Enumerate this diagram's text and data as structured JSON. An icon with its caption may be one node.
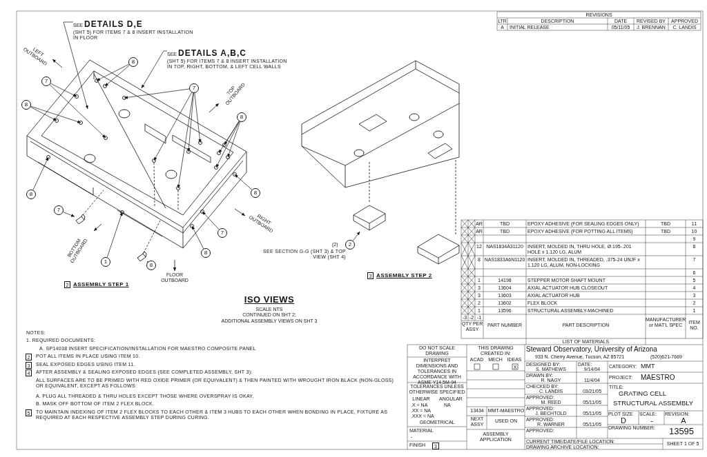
{
  "diagram": {
    "title": "ISO VIEWS",
    "nodes": [
      {
        "text": [
          "SEE",
          "DETAILS D,E",
          "(SHT 5) FOR ITEMS 7 & 8 INSERT INSTALLATION IN FLOOR"
        ]
      },
      {
        "text": [
          "SEE",
          "DETAILS A,B,C",
          "(SHT 5) FOR ITEMS 7 & 8 INSERT INSTALLATION IN TOP, RIGHT, BOTTOM, & LEFT CELL WALLS"
        ]
      },
      {
        "text": [
          "8"
        ]
      },
      {
        "text": [
          "7"
        ]
      },
      {
        "text": [
          "8"
        ]
      },
      {
        "text": [
          "7"
        ]
      },
      {
        "text": [
          "8"
        ]
      },
      {
        "text": [
          "8"
        ]
      },
      {
        "text": [
          "7"
        ]
      },
      {
        "text": [
          "8"
        ]
      },
      {
        "text": [
          "7"
        ]
      },
      {
        "text": [
          "8"
        ]
      },
      {
        "text": [
          "1"
        ]
      },
      {
        "text": [
          "8"
        ]
      },
      {
        "text": [
          "2"
        ],
        "beside": [
          "(2)",
          "SEE SECTION G-G (SHT 3) & TOP VIEW (SHT 4)"
        ]
      },
      {
        "text": [],
        "shape": "picture"
      },
      {
        "text": [],
        "shape": "picture"
      },
      {
        "text": [],
        "shape": "picture"
      }
    ],
    "edges": [
      {
        "from": 0,
        "to": null,
        "arrow": "to"
      },
      {
        "from": 1,
        "to": null,
        "arrow": "to"
      },
      {
        "from": 2,
        "to": null,
        "arrow": "to"
      },
      {
        "from": 2,
        "to": null,
        "arrow": "to"
      },
      {
        "from": 3,
        "to": null,
        "arrow": "to"
      },
      {
        "from": 3,
        "to": null,
        "arrow": "to"
      },
      {
        "from": 4,
        "to": null,
        "arrow": "to"
      },
      {
        "from": 4,
        "to": null,
        "arrow": "to"
      },
      {
        "from": 5,
        "to": null,
        "arrow": "to"
      },
      {
        "from": 5,
        "to": null,
        "arrow": "to"
      },
      {
        "from": 5,
        "to": null,
        "arrow": "to"
      },
      {
        "from": 5,
        "to": null,
        "arrow": "to"
      },
      {
        "from": 5,
        "to": null,
        "arrow": "to"
      },
      {
        "from": 6,
        "to": null,
        "arrow": "to"
      },
      {
        "from": 6,
        "to": null,
        "arrow": "to"
      },
      {
        "from": 6,
        "to": null,
        "arrow": "to"
      },
      {
        "from": 6,
        "to": null,
        "arrow": "to"
      },
      {
        "from": 7,
        "to": null,
        "arrow": "to"
      },
      {
        "from": 8,
        "to": 15,
        "arrow": "to"
      },
      {
        "from": 9,
        "to": null,
        "arrow": "to"
      },
      {
        "from": 10,
        "to": null,
        "arrow": "to"
      },
      {
        "from": 11,
        "to": null,
        "arrow": "to"
      },
      {
        "from": 12,
        "to": null,
        "arrow": "to"
      },
      {
        "from": 13,
        "to": 16,
        "arrow": "to"
      },
      {
        "from": 14,
        "to": 17,
        "arrow": "to"
      }
    ],
    "labels": [
      "REVISIONS",
      "LTR",
      "DESCRIPTION",
      "DATE",
      "REVISED BY",
      "APPROVED",
      "A",
      "INITIAL RELEASE",
      "05/11/05",
      "J. BRENNAN",
      "C. LANDIS",
      "LEFT OUTBOARD",
      "TOP OUTBOARD",
      "RIGHT OUTBOARD",
      "BOTTOM OUTBOARD",
      "FLOOR OUTBOARD",
      "2",
      "ASSEMBLY STEP 1",
      "3",
      "ASSEMBLY STEP 2",
      "SCALE NTS",
      "CONTINUED ON SHT 2;",
      "ADDITIONAL ASSEMBLY VIEWS ON SHT 3",
      "NOTES:",
      "1. REQUIRED DOCUMENTS:",
      "A. SP14038 INSERT SPECIFICATION/INSTALLATION FOR MAESTRO COMPOSITE PANEL",
      "2",
      "POT ALL ITEMS IN PLACE USING ITEM 10.",
      "3",
      "SEAL EXPOSED EDGES USING ITEM 11.",
      "4",
      "AFTER ASSEMBLY & SEALING EXPOSED EDGES (SEE COMPLETED ASSEMBLY, SHT 3):",
      "ALL SURFACES ARE TO BE PRIMED WITH RED OXIDE PRIMER (OR EQUIVALENT) & THEN PAINTED WITH WROUGHT IRON BLACK (NON-GLOSS) OR EQUIVALENT, EXCEPT AS FOLLOWS:",
      "A. PLUG ALL THREADED & THRU HOLES EXCEPT THOSE WHERE OVERSPRAY IS OKAY.",
      "B. MASK OFF BOTTOM OF ITEM 2 FLEX BLOCK.",
      "5",
      "TO MAINTAIN INDEXING OF ITEM 2 FLEX BLOCKS TO EACH OTHER & ITEM 3 HUBS TO EACH OTHER WHEN BONDING IN PLACE, FIXTURE AS REQUIRED AT EACH RESPECTIVE ASSEMBLY STEP DURING CURING.",
      "AR",
      "TBD",
      "EPOXY ADHESIVE (FOR SEALING EDGES ONLY)",
      "TBD",
      "11",
      "AR",
      "TBD",
      "EPOXY ADHESIVE (FOR POTTING ALL ITEMS)",
      "TBD",
      "10",
      "9",
      "12",
      "NAS1834A31120",
      "INSERT, MOLDED IN, THRU HOLE, Ø.195-.201 HOLE x 1.120 LG, ALUM",
      "8",
      "8",
      "NAS1833A6N1120",
      "INSERT, MOLDED IN, THREADED, .375-24 UNJF x 1.120 LG, ALUM, NON-LOCKING",
      "7",
      "6",
      "1",
      "14198",
      "STEPPER MOTOR SHAFT MOUNT",
      "5",
      "3",
      "13604",
      "AXIAL ACTUATOR HUB CLOSEOUT",
      "4",
      "3",
      "13603",
      "AXIAL ACTUATOR HUB",
      "3",
      "2",
      "13602",
      "FLEX BLOCK",
      "2",
      "1",
      "13596",
      "STRUCTURAL ASSEMBLY-MACHINED",
      "1",
      "-3",
      "-2",
      "-1",
      "QTY PER ASSY",
      "PART NUMBER",
      "PART DESCRIPTION",
      "MANUFACTURER or MAT'L SPEC",
      "ITEM NO.",
      "LIST OF MATERIALS",
      "DO NOT SCALE DRAWING",
      "INTERPRET DIMENSIONS AND TOLERANCES IN ACCORDANCE WITH ASME Y14.5M-94",
      "TOLERANCES UNLESS OTHERWISE SPECIFIED",
      "LINEAR",
      "ANGULAR",
      ".X = NA",
      ".XX = NA",
      ".XXX = NA",
      "NA",
      "GEOMETRICAL",
      "MATERIAL",
      "-",
      "FINISH",
      "3",
      "THIS DRAWING CREATED IN:",
      "ACAD",
      "MECH",
      "IDEAS",
      "X",
      "13434",
      "MMT-MAESTRO",
      "NEXT ASSY",
      "USED ON",
      "ASSEMBLY APPLICATION",
      "Steward Observatory, University of Arizona",
      "933 N. Cherry Avenue, Tucson, AZ 85721",
      "(520)621-7669",
      "DESIGNED BY:",
      "S. MATHEWS",
      "DATE:",
      "9/14/04",
      "DRAWN BY:",
      "R. NAGY",
      "11/4/04",
      "CHECKED BY:",
      "C. LANDIS",
      "03/21/05",
      "APPROVED:",
      "M. REED",
      "05/11/05",
      "APPROVED:",
      "J. BECHTOLD",
      "05/11/05",
      "APPROVED:",
      "R. WARNER",
      "05/11/05",
      "APPROVED:",
      "CATEGORY:",
      "MMT",
      "PROJECT:",
      "MAESTRO",
      "TITLE:",
      "GRATING CELL",
      "STRUCTURAL ASSEMBLY",
      "PLOT SIZE",
      "D",
      "SCALE:",
      "-",
      "DRAWING NUMBER:",
      "13595",
      "REVISION:",
      "A",
      "CURRENT TIME/DATE/FILE LOCATION:",
      "DRAWING ARCHIVE LOCATION:",
      "SHEET 1 OF 5"
    ]
  }
}
